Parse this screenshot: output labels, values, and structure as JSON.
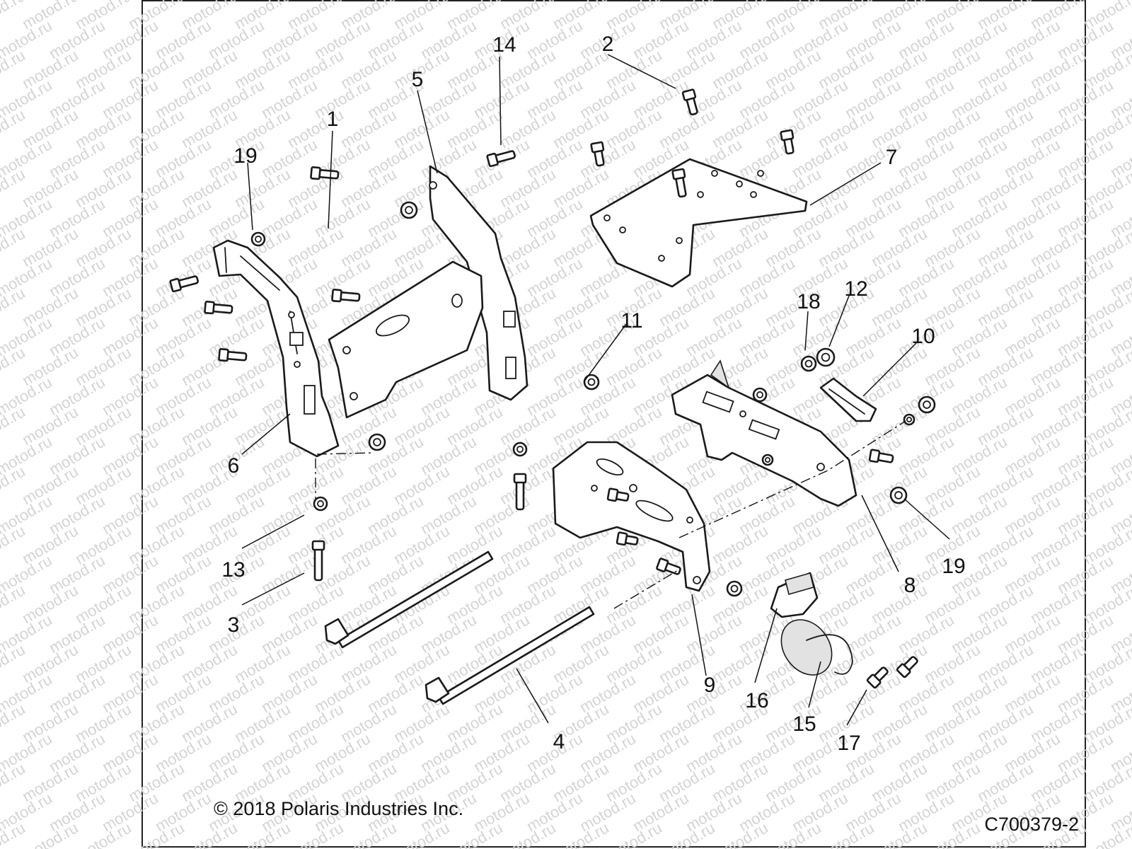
{
  "watermark": "motod.ru",
  "copyright": "© 2018 Polaris Industries Inc.",
  "figure_code": "C700379-2",
  "callouts": [
    {
      "id": "1",
      "label": "1"
    },
    {
      "id": "2",
      "label": "2"
    },
    {
      "id": "3",
      "label": "3"
    },
    {
      "id": "4",
      "label": "4"
    },
    {
      "id": "5",
      "label": "5"
    },
    {
      "id": "6",
      "label": "6"
    },
    {
      "id": "7",
      "label": "7"
    },
    {
      "id": "8",
      "label": "8"
    },
    {
      "id": "9",
      "label": "9"
    },
    {
      "id": "10",
      "label": "10"
    },
    {
      "id": "11",
      "label": "11"
    },
    {
      "id": "12",
      "label": "12"
    },
    {
      "id": "13",
      "label": "13"
    },
    {
      "id": "14",
      "label": "14"
    },
    {
      "id": "15",
      "label": "15"
    },
    {
      "id": "16",
      "label": "16"
    },
    {
      "id": "17",
      "label": "17"
    },
    {
      "id": "18",
      "label": "18"
    },
    {
      "id": "19a",
      "label": "19"
    },
    {
      "id": "19b",
      "label": "19"
    }
  ]
}
